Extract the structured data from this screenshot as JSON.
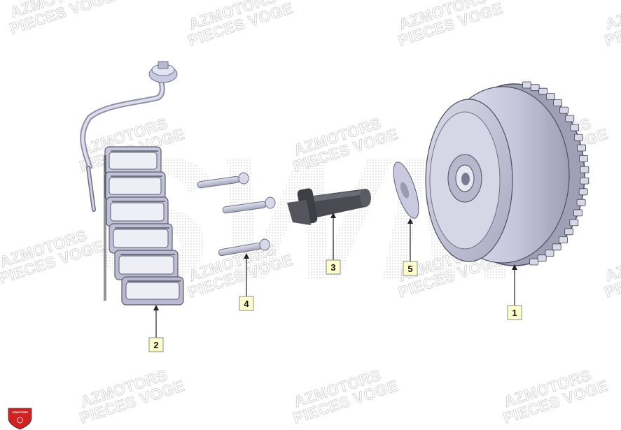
{
  "watermark": {
    "line1": "AZMOTORS",
    "line2": "PIECES VOGE"
  },
  "background_mark": {
    "text": "SWM"
  },
  "logo": {
    "text": "AZMOTORS",
    "color": "#d32020"
  },
  "parts": [
    {
      "id": "flywheel-rotor",
      "callout": "1"
    },
    {
      "id": "stator-coil",
      "callout": "2"
    },
    {
      "id": "drive-shaft",
      "callout": "3"
    },
    {
      "id": "bolts",
      "callout": "4"
    },
    {
      "id": "washer",
      "callout": "5"
    }
  ],
  "colors": {
    "part_fill": "#c9cadf",
    "part_shadow": "#8c8da6",
    "part_dark": "#4a4a52",
    "callout_fill": "#ffffcc"
  }
}
